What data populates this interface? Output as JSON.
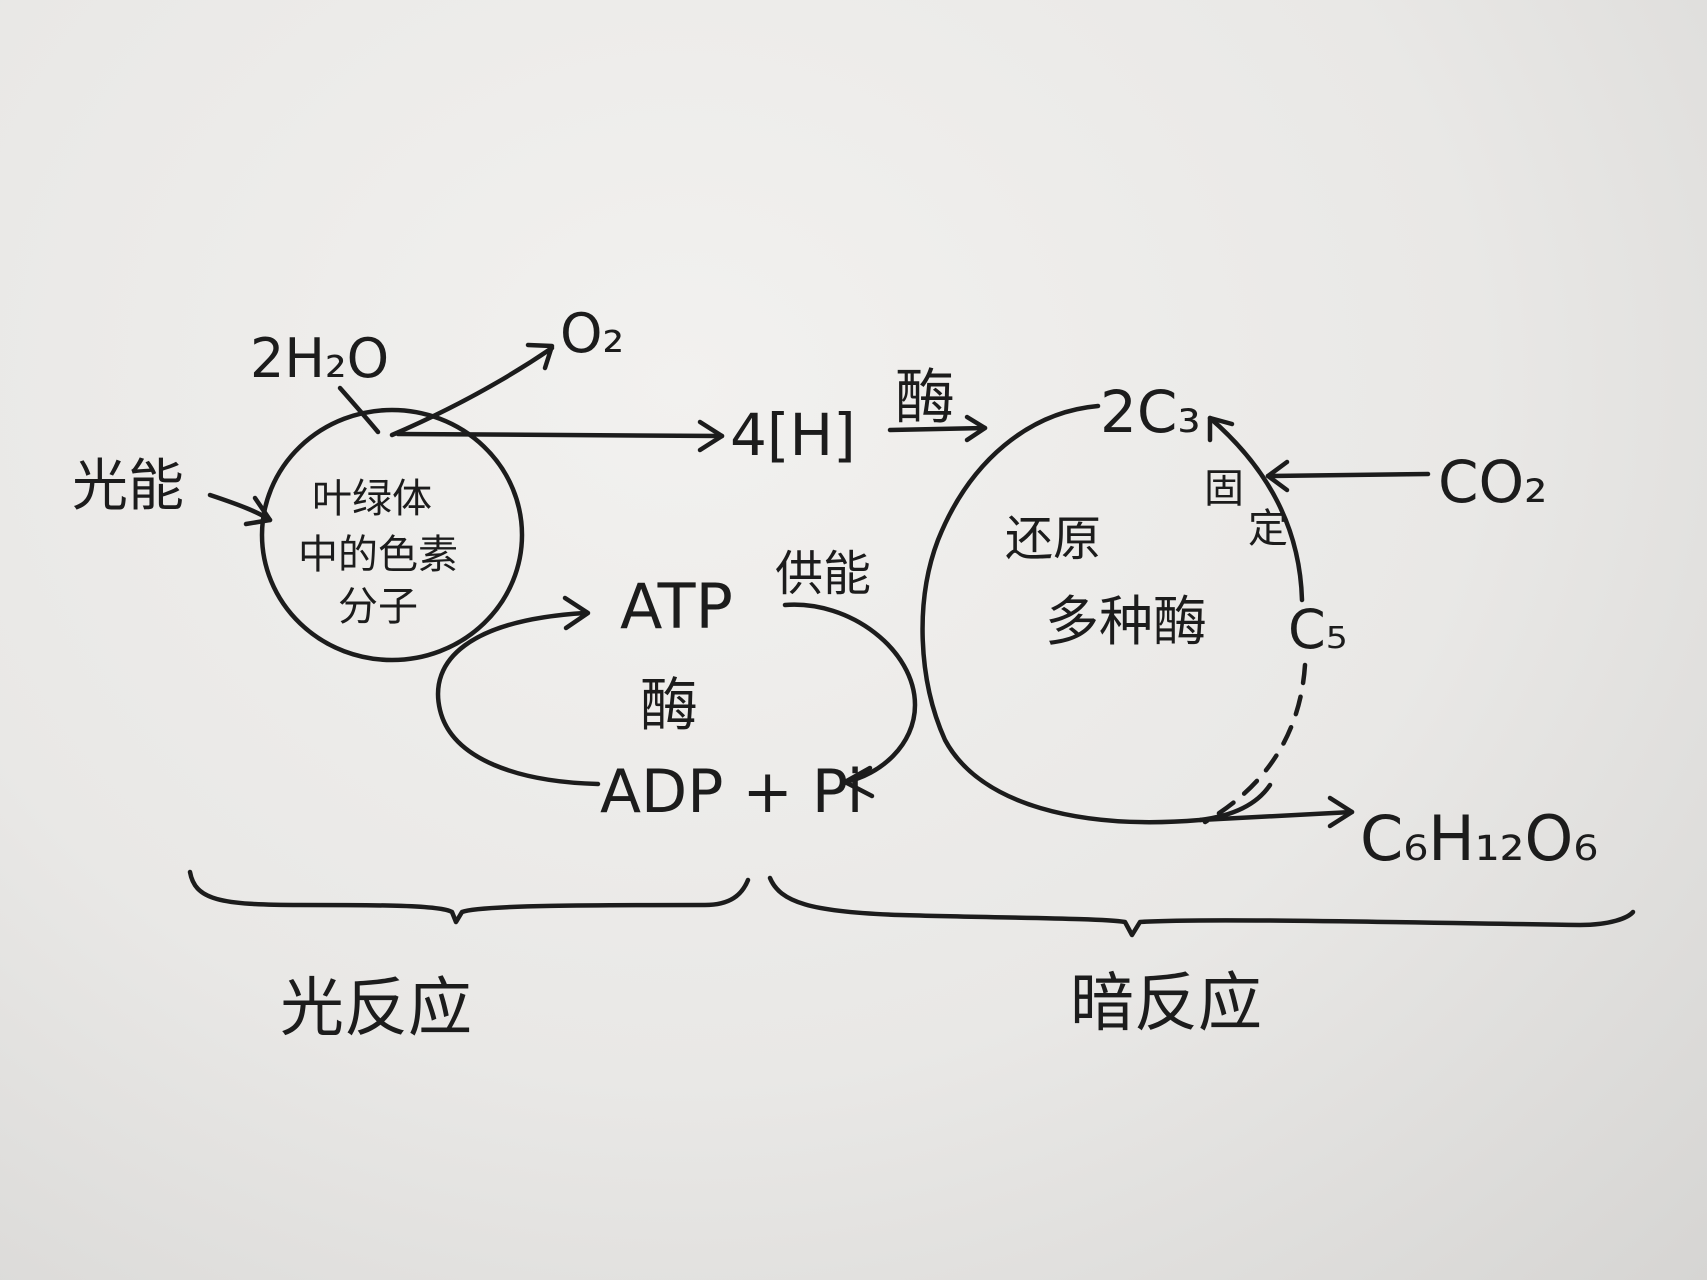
{
  "inputs": {
    "water": "2H₂O",
    "light_energy": "光能",
    "co2": "CO₂"
  },
  "pigment_node": {
    "line1": "叶绿体",
    "line2": "中的色素",
    "line3": "分子"
  },
  "products": {
    "oxygen": "O₂",
    "hydrogen": "4[H]",
    "atp": "ATP",
    "adp_pi": "ADP + Pi",
    "glucose": "C₆H₁₂O₆"
  },
  "calvin": {
    "c3": "2C₃",
    "c5": "C₅",
    "reduction_line1": "还原",
    "reduction_line2": "多种酶",
    "fixation_char1": "固",
    "fixation_char2": "定"
  },
  "labels": {
    "enzyme_h": "酶",
    "enzyme_atp": "酶",
    "energy_supply": "供能"
  },
  "stages": {
    "light_reaction": "光反应",
    "dark_reaction": "暗反应"
  }
}
